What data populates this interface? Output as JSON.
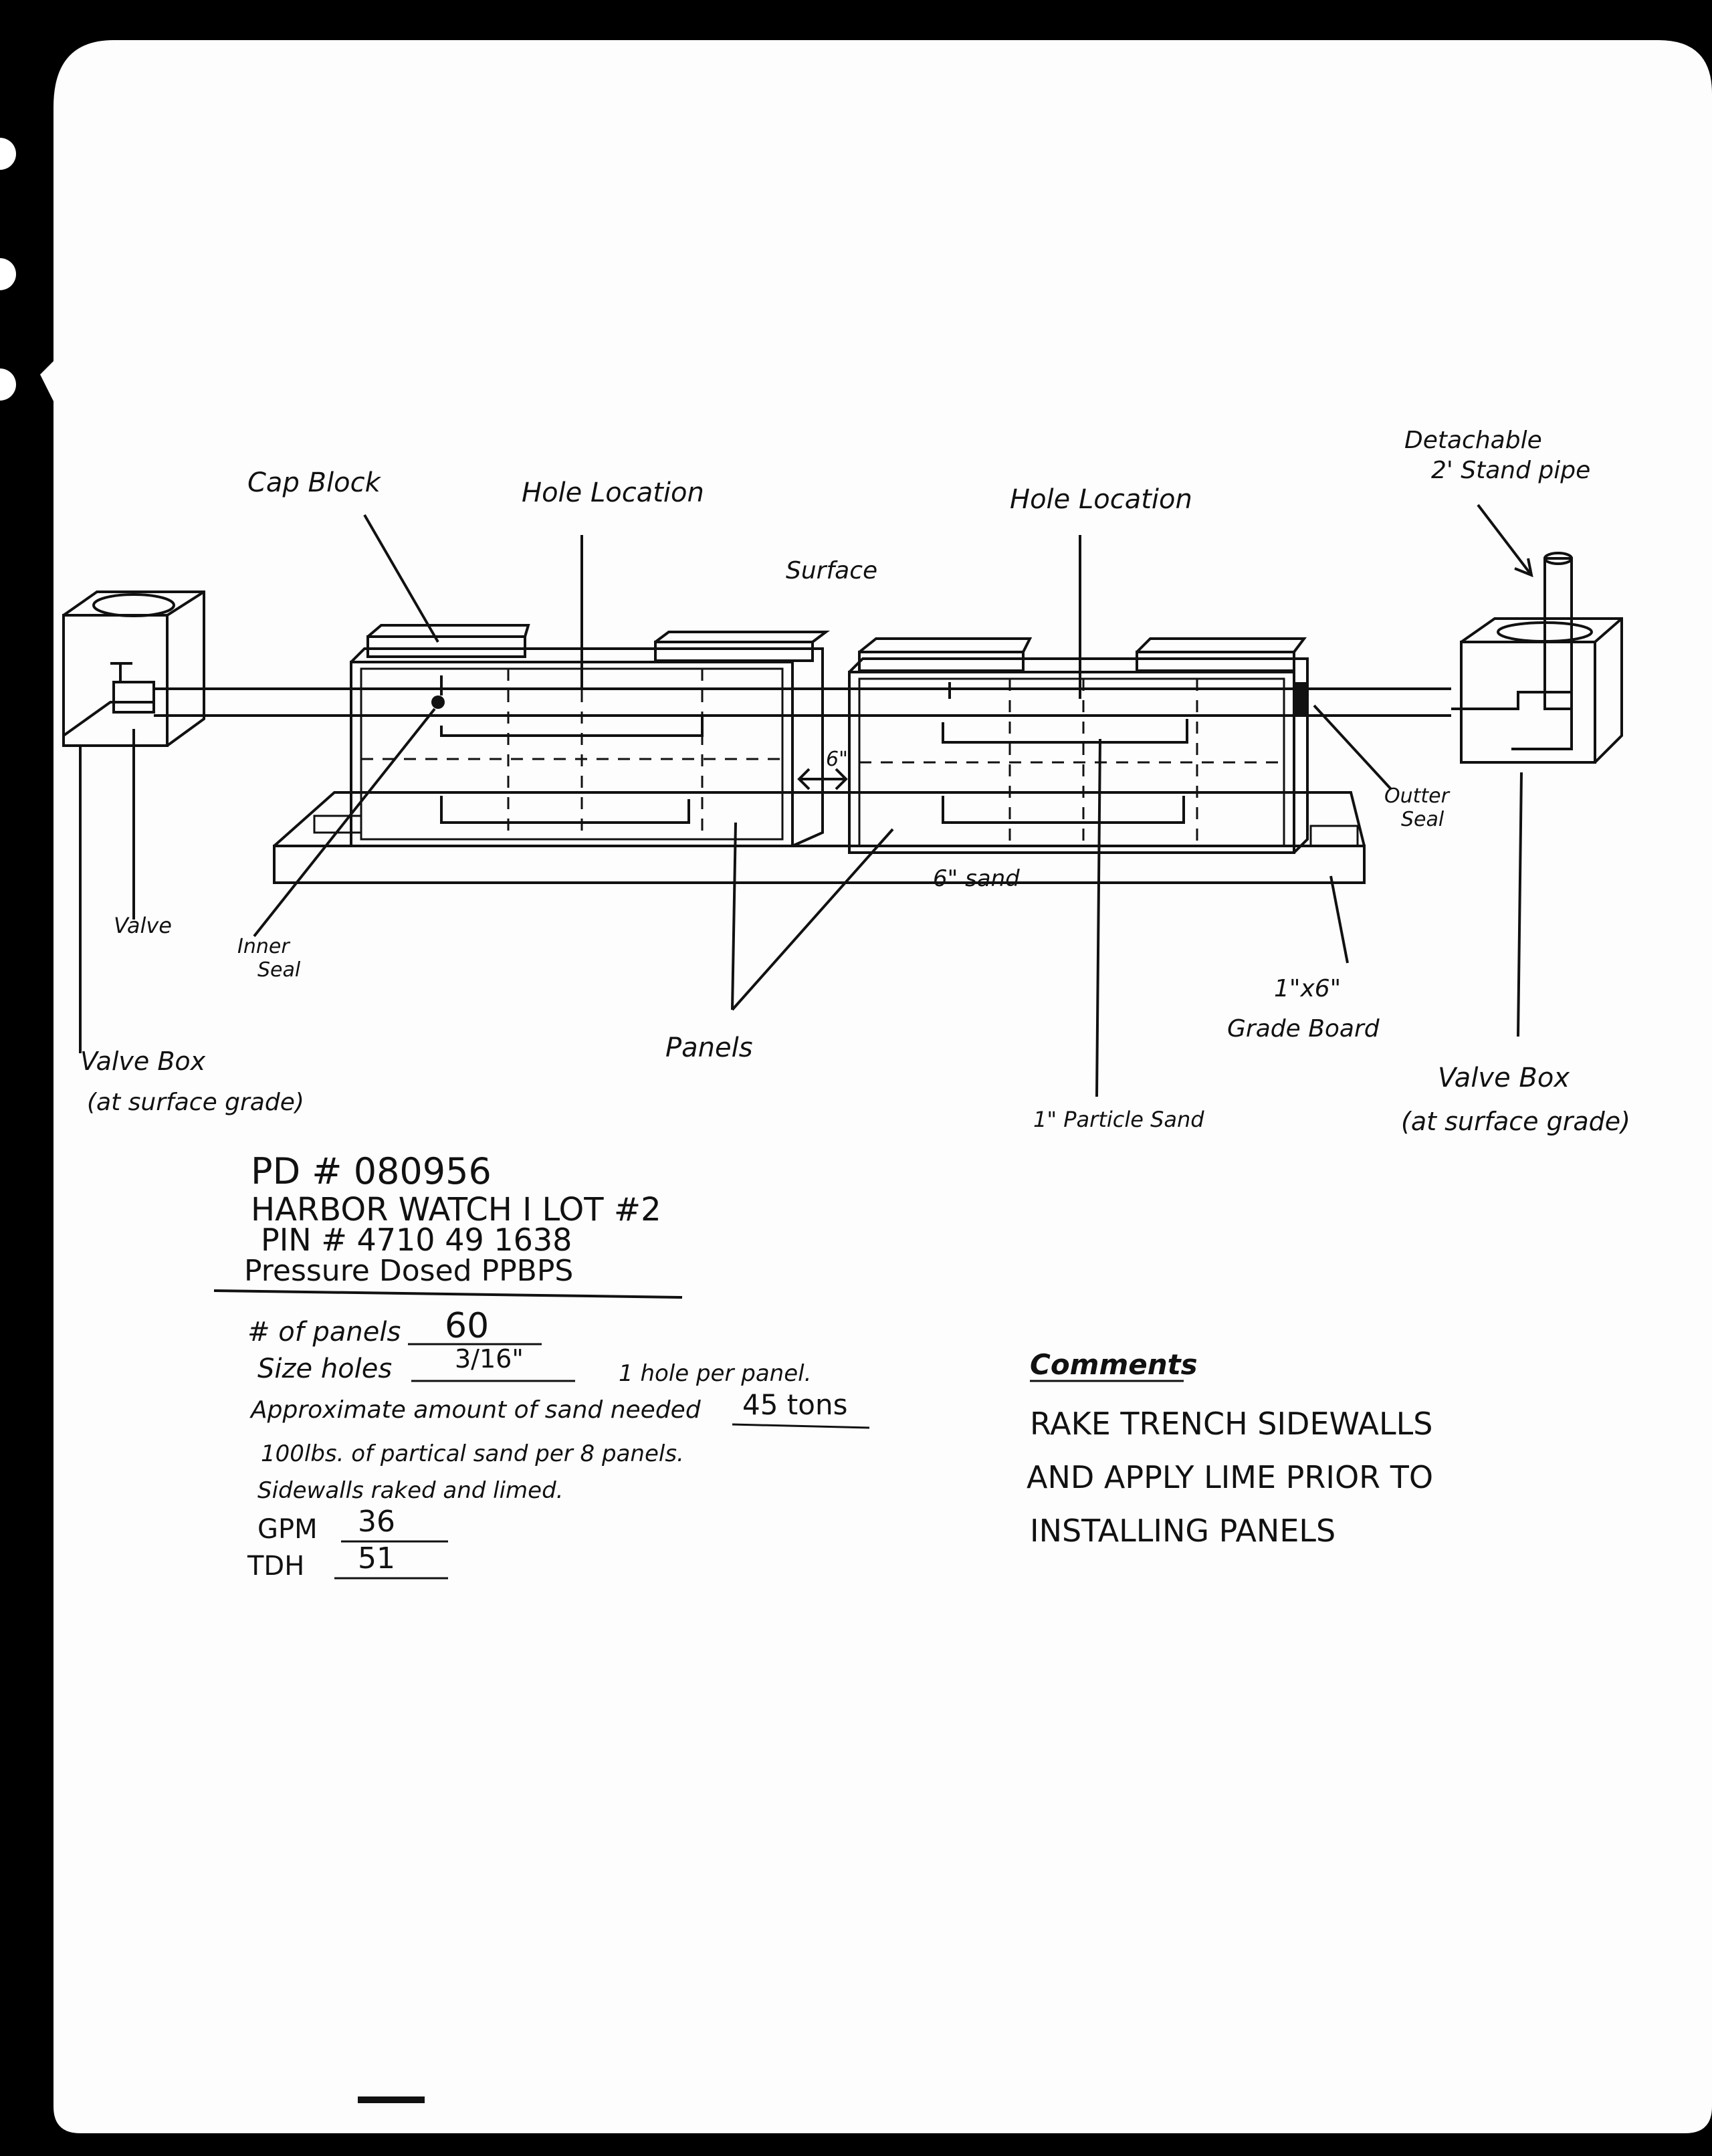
{
  "diagram": {
    "labels": {
      "cap_block": "Cap Block",
      "hole_location_left": "Hole Location",
      "hole_location_right": "Hole Location",
      "surface": "Surface",
      "detachable_line1": "Detachable",
      "detachable_line2": "2' Stand pipe",
      "valve": "Valve",
      "inner_seal_line1": "Inner",
      "inner_seal_line2": "Seal",
      "six_inch": "6\"",
      "outter_seal_line1": "Outter",
      "outter_seal_line2": "Seal",
      "six_sand": "6\" sand",
      "grade_board_line1": "1\"x6\"",
      "grade_board_line2": "Grade Board",
      "panels": "Panels",
      "valve_box_left_line1": "Valve Box",
      "valve_box_left_line2": "(at surface grade)",
      "valve_box_right_line1": "Valve Box",
      "valve_box_right_line2": "(at surface grade)",
      "particle_sand": "1\" Particle Sand"
    }
  },
  "project": {
    "pd": "PD # 080956",
    "name": "HARBOR WATCH I LOT #2",
    "pin": "PIN # 4710 49 1638",
    "system": "Pressure Dosed   PPBPS"
  },
  "specs": {
    "panels_label": "# of panels",
    "panels_value": "60",
    "holes_label": "Size holes",
    "holes_value": "3/16\"",
    "holes_note": "1 hole per panel.",
    "sand_label": "Approximate amount of sand needed",
    "sand_value": "45 tons",
    "sand_note": "100lbs. of partical sand  per 8 panels.",
    "sidewalls_note": "Sidewalls raked and limed.",
    "gpm_label": "GPM",
    "gpm_value": "36",
    "tdh_label": "TDH",
    "tdh_value": "51"
  },
  "comments": {
    "heading": "Comments",
    "line1": "RAKE TRENCH SIDEWALLS",
    "line2": "AND APPLY LIME PRIOR TO",
    "line3": "INSTALLING PANELS"
  }
}
